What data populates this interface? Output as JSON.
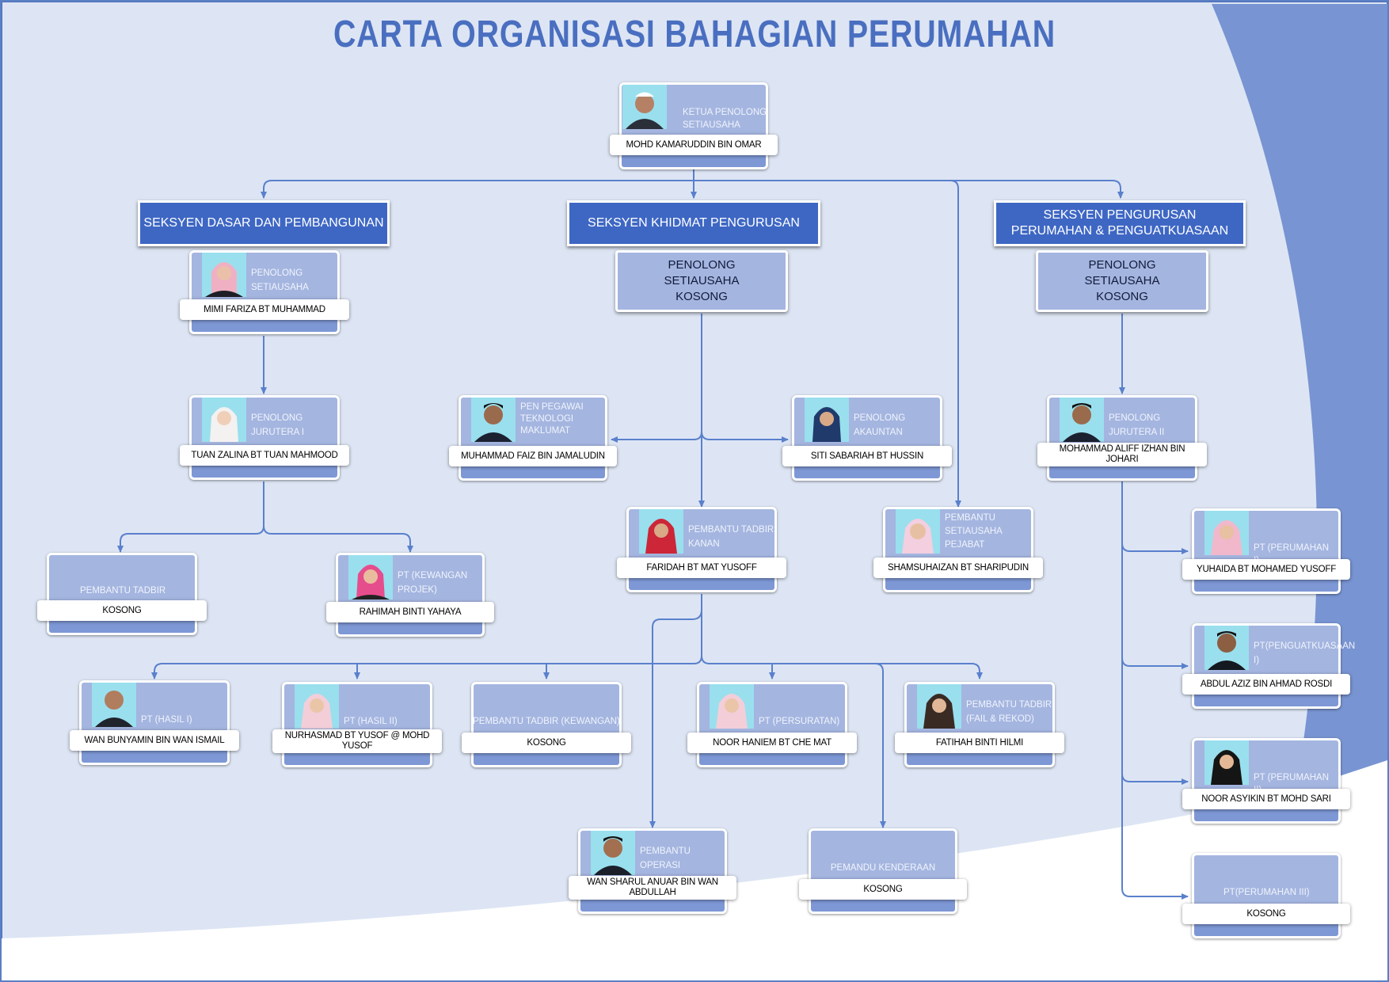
{
  "title": "CARTA ORGANISASI BAHAGIAN PERUMAHAN",
  "colors": {
    "accent": "#3e67c4",
    "line": "#5a80cc",
    "card": "#a4b5e0",
    "background": "#dde5f4"
  },
  "head": {
    "role": "KETUA PENOLONG SETIAUSAHA",
    "name": "MOHD KAMARUDDIN BIN OMAR"
  },
  "sections": {
    "dasar": "SEKSYEN DASAR DAN PEMBANGUNAN",
    "khidmat": "SEKSYEN KHIDMAT PENGURUSAN",
    "pengurusan": "SEKSYEN PENGURUSAN PERUMAHAN & PENGUATKUASAAN"
  },
  "vacant": {
    "khidmat": "PENOLONG SETIAUSAHA KOSONG",
    "pengurusan": "PENOLONG SETIAUSAHA KOSONG"
  },
  "staff": {
    "mimi": {
      "role": "PENOLONG SETIAUSAHA",
      "name": "MIMI FARIZA BT MUHAMMAD"
    },
    "tuan_zalina": {
      "role": "PENOLONG JURUTERA I",
      "name": "TUAN ZALINA BT TUAN MAHMOOD"
    },
    "pt_kosong": {
      "role": "PEMBANTU TADBIR",
      "name": "KOSONG"
    },
    "rahimah": {
      "role": "PT (KEWANGAN PROJEK)",
      "name": "RAHIMAH BINTI YAHAYA"
    },
    "faiz": {
      "role": "PEN PEGAWAI TEKNOLOGI MAKLUMAT",
      "name": "MUHAMMAD FAIZ BIN JAMALUDIN"
    },
    "sabariah": {
      "role": "PENOLONG AKAUNTAN",
      "name": "SITI SABARIAH BT HUSSIN"
    },
    "faridah": {
      "role": "PEMBANTU TADBIR KANAN",
      "name": "FARIDAH BT MAT YUSOFF"
    },
    "shamsuhaizan": {
      "role": "PEMBANTU SETIAUSAHA PEJABAT",
      "name": "SHAMSUHAIZAN BT SHARIPUDIN"
    },
    "aliff": {
      "role": "PENOLONG JURUTERA II",
      "name": "MOHAMMAD ALIFF IZHAN BIN JOHARI"
    },
    "yuhaida": {
      "role": "PT (PERUMAHAN I)",
      "name": "YUHAIDA BT MOHAMED YUSOFF"
    },
    "abdul_aziz": {
      "role": "PT(PENGUATKUASAAN I)",
      "name": "ABDUL AZIZ BIN AHMAD ROSDI"
    },
    "noor_asyikin": {
      "role": "PT (PERUMAHAN II)",
      "name": "NOOR ASYIKIN BT MOHD SARI"
    },
    "pt_perumahan3": {
      "role": "PT(PERUMAHAN III)",
      "name": "KOSONG"
    },
    "wan_bunyamin": {
      "role": "PT (HASIL I)",
      "name": "WAN BUNYAMIN BIN WAN ISMAIL"
    },
    "nurhasmad": {
      "role": "PT (HASIL II)",
      "name": "NURHASMAD BT YUSOF @ MOHD YUSOF"
    },
    "pt_kewangan": {
      "role": "PEMBANTU TADBIR (KEWANGAN)",
      "name": "KOSONG"
    },
    "noor_haniem": {
      "role": "PT (PERSURATAN)",
      "name": "NOOR HANIEM BT CHE MAT"
    },
    "fatihah": {
      "role": "PEMBANTU TADBIR (FAIL & REKOD)",
      "name": "FATIHAH BINTI HILMI"
    },
    "wan_sharul": {
      "role": "PEMBANTU OPERASI",
      "name": "WAN SHARUL ANUAR BIN WAN ABDULLAH"
    },
    "pemandu": {
      "role": "PEMANDU KENDERAAN",
      "name": "KOSONG"
    }
  }
}
